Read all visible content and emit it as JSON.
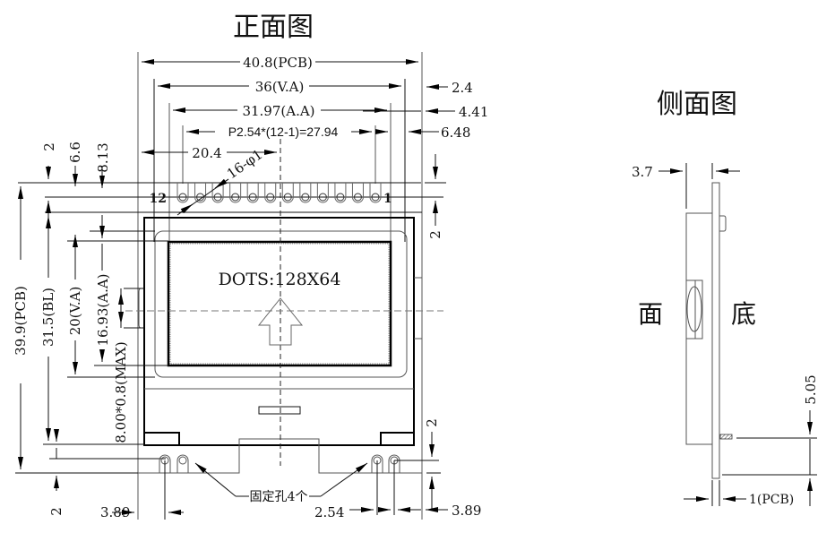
{
  "titles": {
    "front_view": "正面图",
    "side_view": "侧面图",
    "face_label": "面",
    "bottom_label": "底"
  },
  "top_dimensions": {
    "pcb_width": "40.8(PCB)",
    "va_width": "36(V.A)",
    "aa_width": "31.97(A.A)",
    "pin_pitch": "P2.54*(12-1)=27.94",
    "offset_2_4": "2.4",
    "offset_4_41": "4.41",
    "offset_6_48": "6.48",
    "center_offset": "20.4",
    "hole_spec": "16-φ1"
  },
  "pins": {
    "first_label": "12",
    "last_label": "1",
    "count": 12
  },
  "left_dimensions": {
    "pcb_height": "39.9(PCB)",
    "bl_height": "31.5(BL)",
    "va_height": "20(V.A)",
    "aa_height": "16.93(A.A)",
    "max_label": "8.00*0.8(MAX)",
    "top_2": "2",
    "top_6_6": "6.6",
    "top_8_13": "8.13",
    "bottom_2": "2"
  },
  "right_dimensions": {
    "top_2": "2",
    "bottom_2": "2"
  },
  "bottom_dimensions": {
    "left_3_89": "3.89",
    "right_2_54": "2.54",
    "right_3_89": "3.89",
    "mount_holes": "固定孔4个"
  },
  "display": {
    "dots_label": "DOTS:128X64"
  },
  "side_dimensions": {
    "thickness": "3.7",
    "pcb_thickness": "1(PCB)",
    "pin_offset": "5.05"
  }
}
